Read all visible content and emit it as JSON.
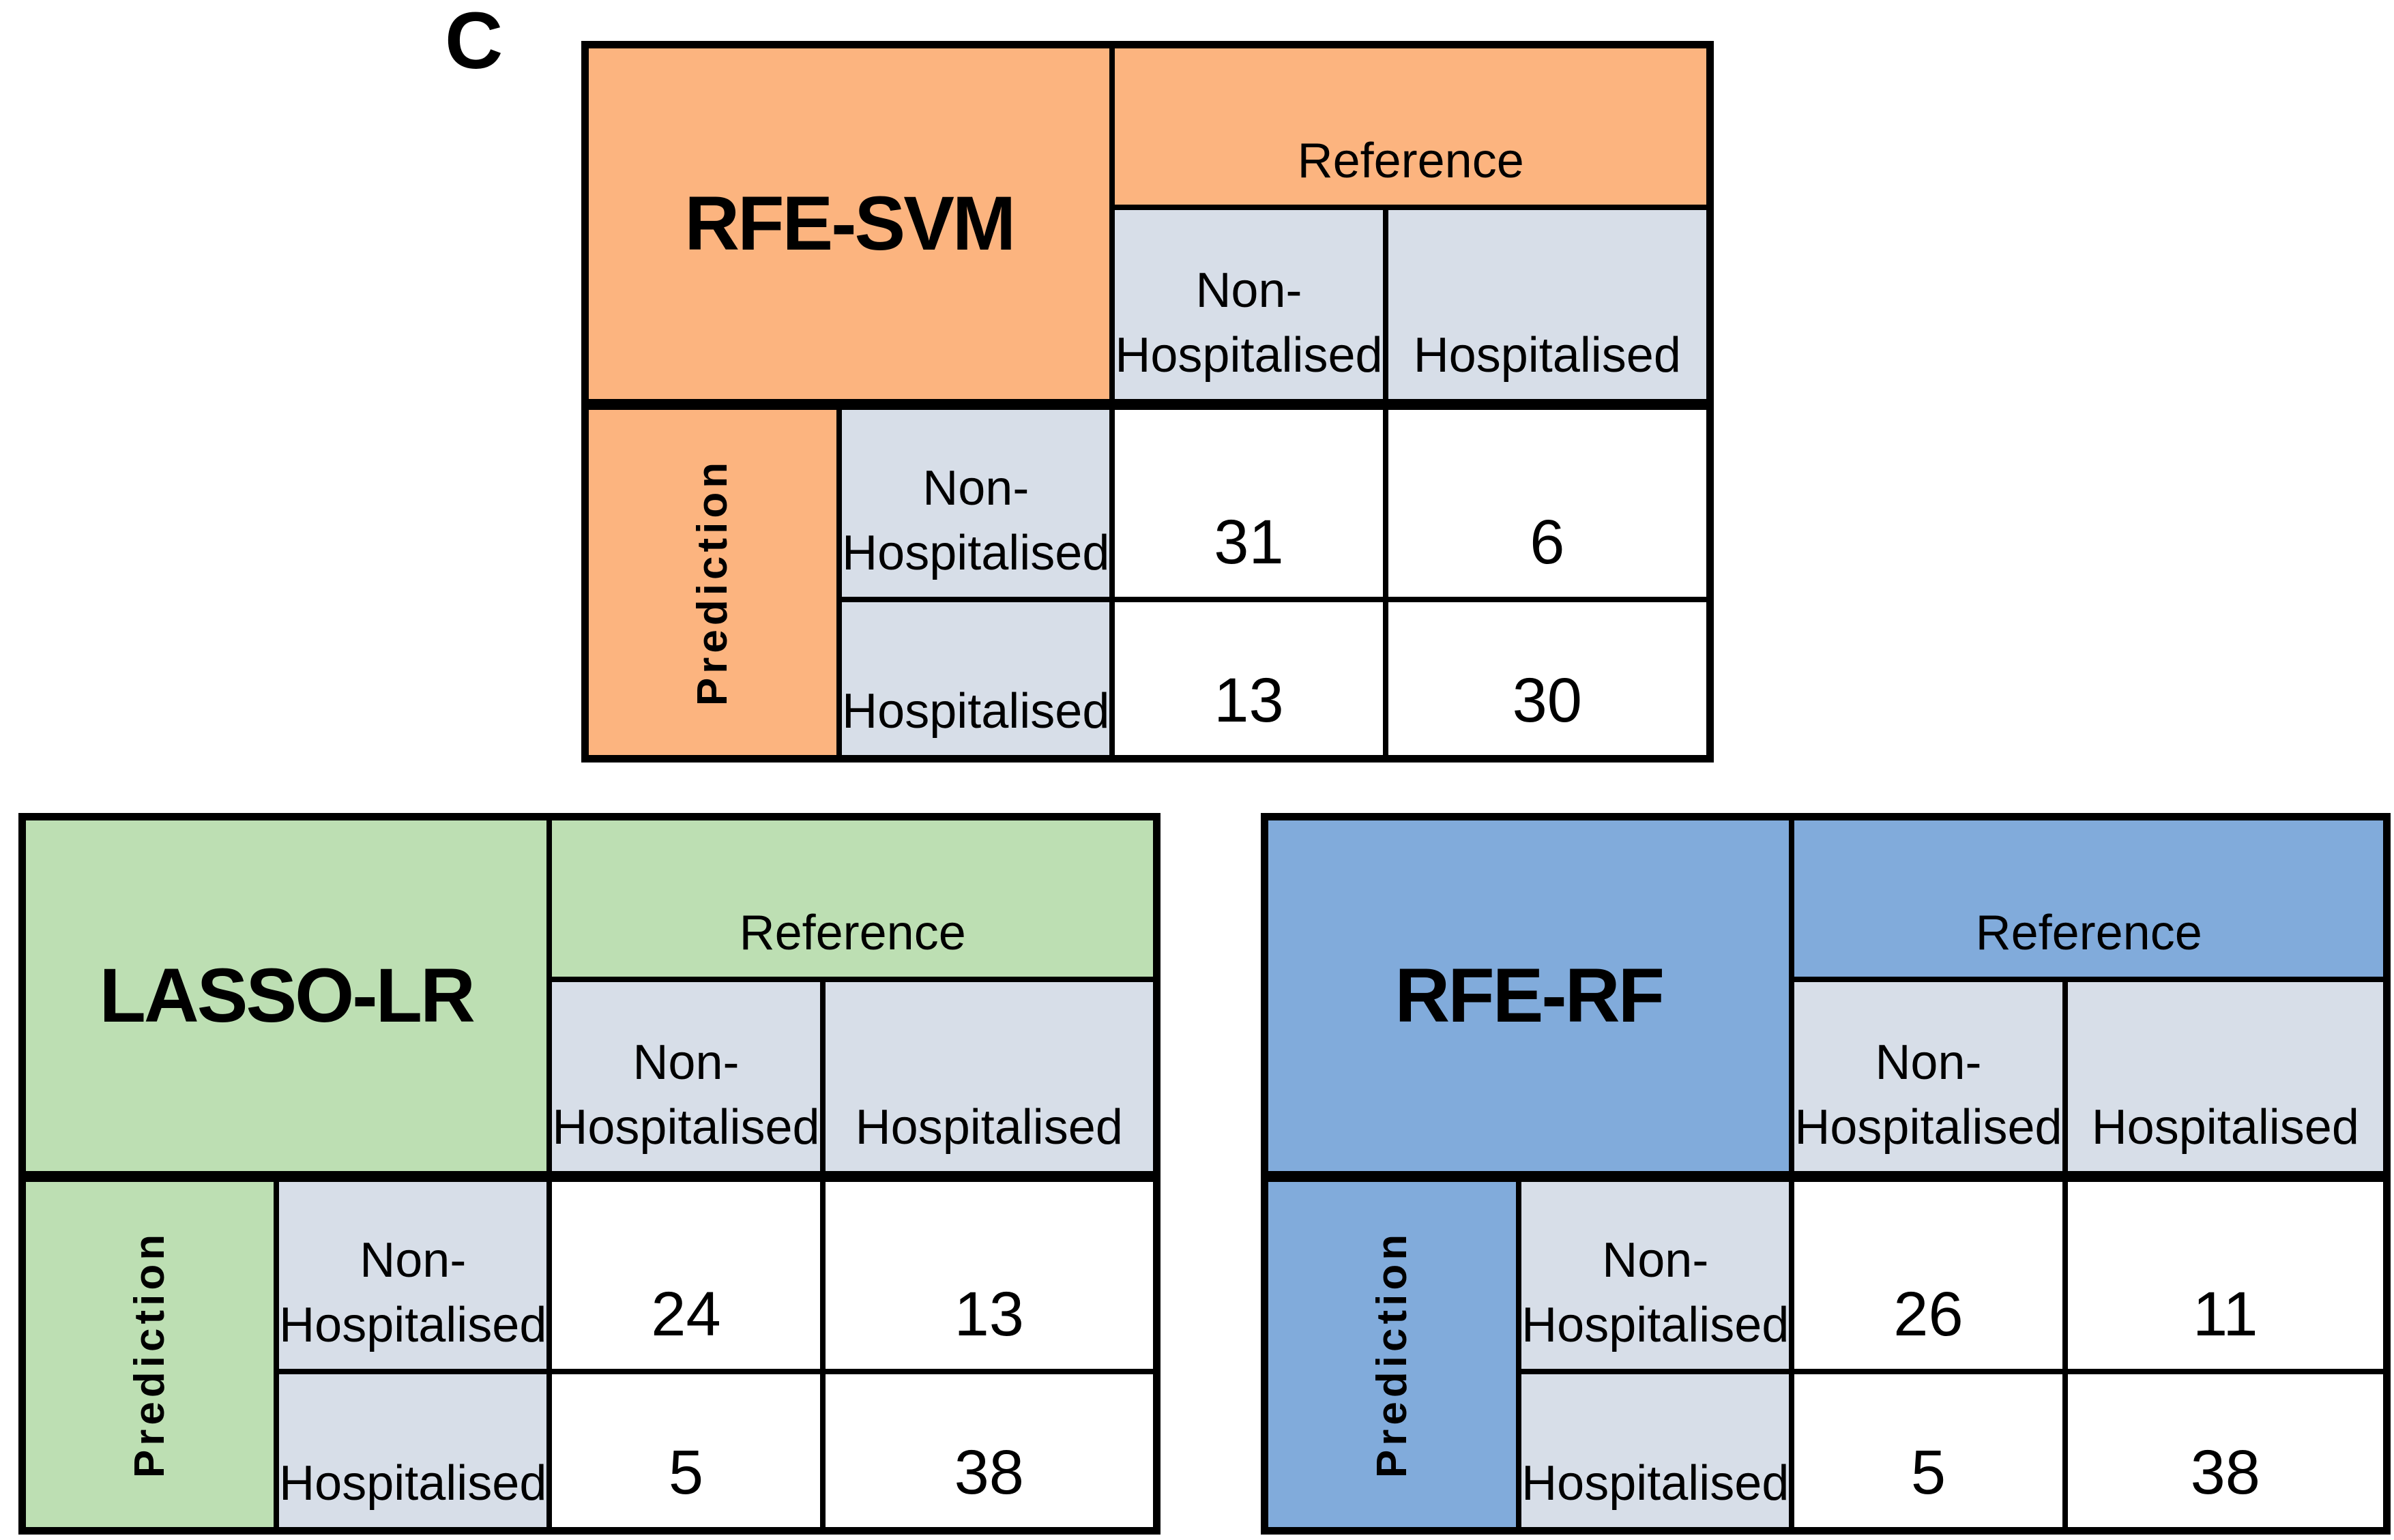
{
  "panel_label": "C",
  "tables": [
    {
      "model": "RFE-SVM",
      "accent_color": "#FCB47F",
      "reference_label": "Reference",
      "prediction_label": "Prediction",
      "col_headers": [
        [
          "Non-",
          "Hospitalised"
        ],
        [
          "Hospitalised"
        ]
      ],
      "row_headers": [
        [
          "Non-",
          "Hospitalised"
        ],
        [
          "Hospitalised"
        ]
      ],
      "values": [
        [
          "31",
          "6"
        ],
        [
          "13",
          "30"
        ]
      ]
    },
    {
      "model": "LASSO-LR",
      "accent_color": "#BDDFB3",
      "reference_label": "Reference",
      "prediction_label": "Prediction",
      "col_headers": [
        [
          "Non-",
          "Hospitalised"
        ],
        [
          "Hospitalised"
        ]
      ],
      "row_headers": [
        [
          "Non-",
          "Hospitalised"
        ],
        [
          "Hospitalised"
        ]
      ],
      "values": [
        [
          "24",
          "13"
        ],
        [
          "5",
          "38"
        ]
      ]
    },
    {
      "model": "RFE-RF",
      "accent_color": "#81ABDB",
      "reference_label": "Reference",
      "prediction_label": "Prediction",
      "col_headers": [
        [
          "Non-",
          "Hospitalised"
        ],
        [
          "Hospitalised"
        ]
      ],
      "row_headers": [
        [
          "Non-",
          "Hospitalised"
        ],
        [
          "Hospitalised"
        ]
      ],
      "values": [
        [
          "26",
          "11"
        ],
        [
          "5",
          "38"
        ]
      ]
    }
  ],
  "chart_data": [
    {
      "type": "table",
      "title": "RFE-SVM",
      "col_group_label": "Reference",
      "row_group_label": "Prediction",
      "columns": [
        "Non-Hospitalised",
        "Hospitalised"
      ],
      "rows": [
        "Non-Hospitalised",
        "Hospitalised"
      ],
      "values": [
        [
          31,
          6
        ],
        [
          13,
          30
        ]
      ]
    },
    {
      "type": "table",
      "title": "LASSO-LR",
      "col_group_label": "Reference",
      "row_group_label": "Prediction",
      "columns": [
        "Non-Hospitalised",
        "Hospitalised"
      ],
      "rows": [
        "Non-Hospitalised",
        "Hospitalised"
      ],
      "values": [
        [
          24,
          13
        ],
        [
          5,
          38
        ]
      ]
    },
    {
      "type": "table",
      "title": "RFE-RF",
      "col_group_label": "Reference",
      "row_group_label": "Prediction",
      "columns": [
        "Non-Hospitalised",
        "Hospitalised"
      ],
      "rows": [
        "Non-Hospitalised",
        "Hospitalised"
      ],
      "values": [
        [
          26,
          11
        ],
        [
          5,
          38
        ]
      ]
    }
  ]
}
